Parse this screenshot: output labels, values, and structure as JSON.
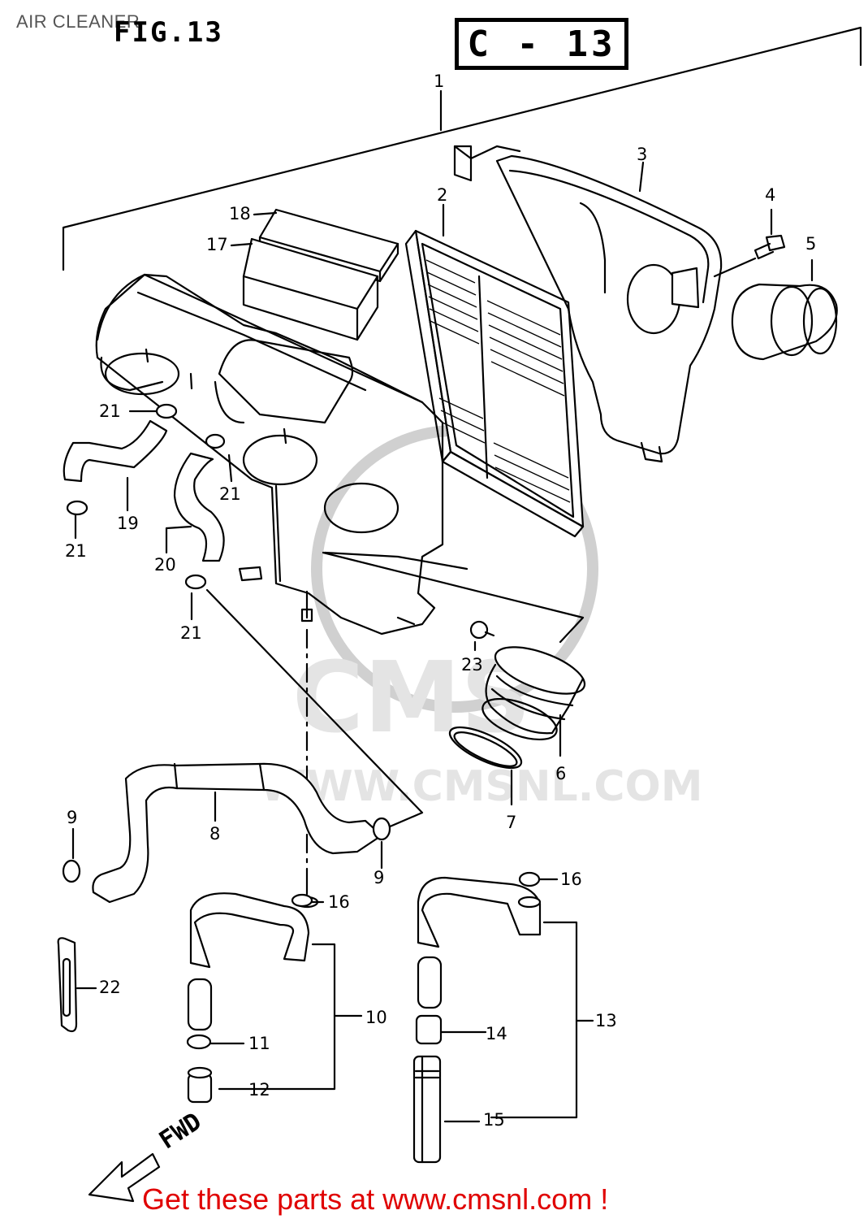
{
  "header": {
    "title": "AIR CLEANER",
    "figure": "FIG.13",
    "page_code": "C - 13"
  },
  "watermark": {
    "brand": "CMS",
    "url": "WWW.CMSNL.COM"
  },
  "fwd_label": "FWD",
  "footer": {
    "text": "Get these parts at www.cmsnl.com !"
  },
  "callouts": [
    {
      "id": "c1",
      "label": "1"
    },
    {
      "id": "c2",
      "label": "2"
    },
    {
      "id": "c3",
      "label": "3"
    },
    {
      "id": "c4",
      "label": "4"
    },
    {
      "id": "c5",
      "label": "5"
    },
    {
      "id": "c18",
      "label": "18"
    },
    {
      "id": "c17",
      "label": "17"
    },
    {
      "id": "c21a",
      "label": "21"
    },
    {
      "id": "c19",
      "label": "19"
    },
    {
      "id": "c21b",
      "label": "21"
    },
    {
      "id": "c21c",
      "label": "21"
    },
    {
      "id": "c20",
      "label": "20"
    },
    {
      "id": "c21d",
      "label": "21"
    },
    {
      "id": "c23",
      "label": "23"
    },
    {
      "id": "c6",
      "label": "6"
    },
    {
      "id": "c7",
      "label": "7"
    },
    {
      "id": "c8",
      "label": "8"
    },
    {
      "id": "c9a",
      "label": "9"
    },
    {
      "id": "c9b",
      "label": "9"
    },
    {
      "id": "c16a",
      "label": "16"
    },
    {
      "id": "c16b",
      "label": "16"
    },
    {
      "id": "c22",
      "label": "22"
    },
    {
      "id": "c10",
      "label": "10"
    },
    {
      "id": "c11",
      "label": "11"
    },
    {
      "id": "c12",
      "label": "12"
    },
    {
      "id": "c13",
      "label": "13"
    },
    {
      "id": "c14",
      "label": "14"
    },
    {
      "id": "c15",
      "label": "15"
    }
  ]
}
